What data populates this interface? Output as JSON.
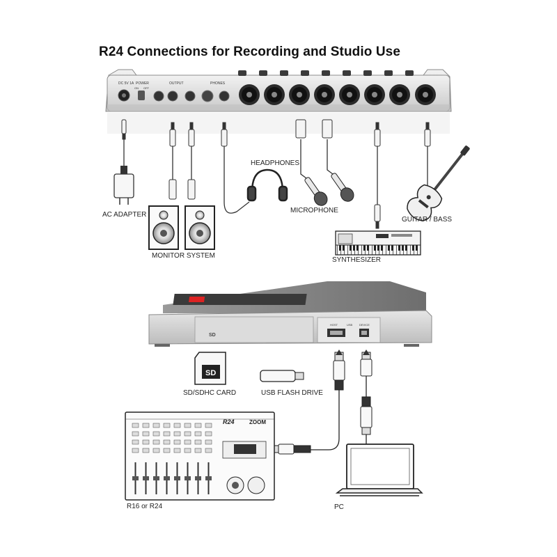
{
  "diagram": {
    "title": "R24 Connections for Recording and Studio Use",
    "labels": {
      "ac_adapter": "AC ADAPTER",
      "monitor_system": "MONITOR SYSTEM",
      "headphones": "HEADPHONES",
      "microphone": "MICROPHONE",
      "synthesizer": "SYNTHESIZER",
      "guitar_bass": "GUITAR / BASS",
      "sd_card": "SD/SDHC CARD",
      "usb_flash_drive": "USB FLASH DRIVE",
      "r16_or_r24": "R16 or R24",
      "pc": "PC"
    },
    "panel_text": {
      "dc_in": "DC 5V 1A",
      "power": "POWER",
      "on": "ON",
      "off": "OFF",
      "output": "OUTPUT",
      "phones": "PHONES",
      "host": "HOST",
      "usb": "USB",
      "device": "DEVICE"
    },
    "mixer_text": {
      "model": "R24",
      "brand": "ZOOM"
    },
    "sd_logo": "SD"
  }
}
